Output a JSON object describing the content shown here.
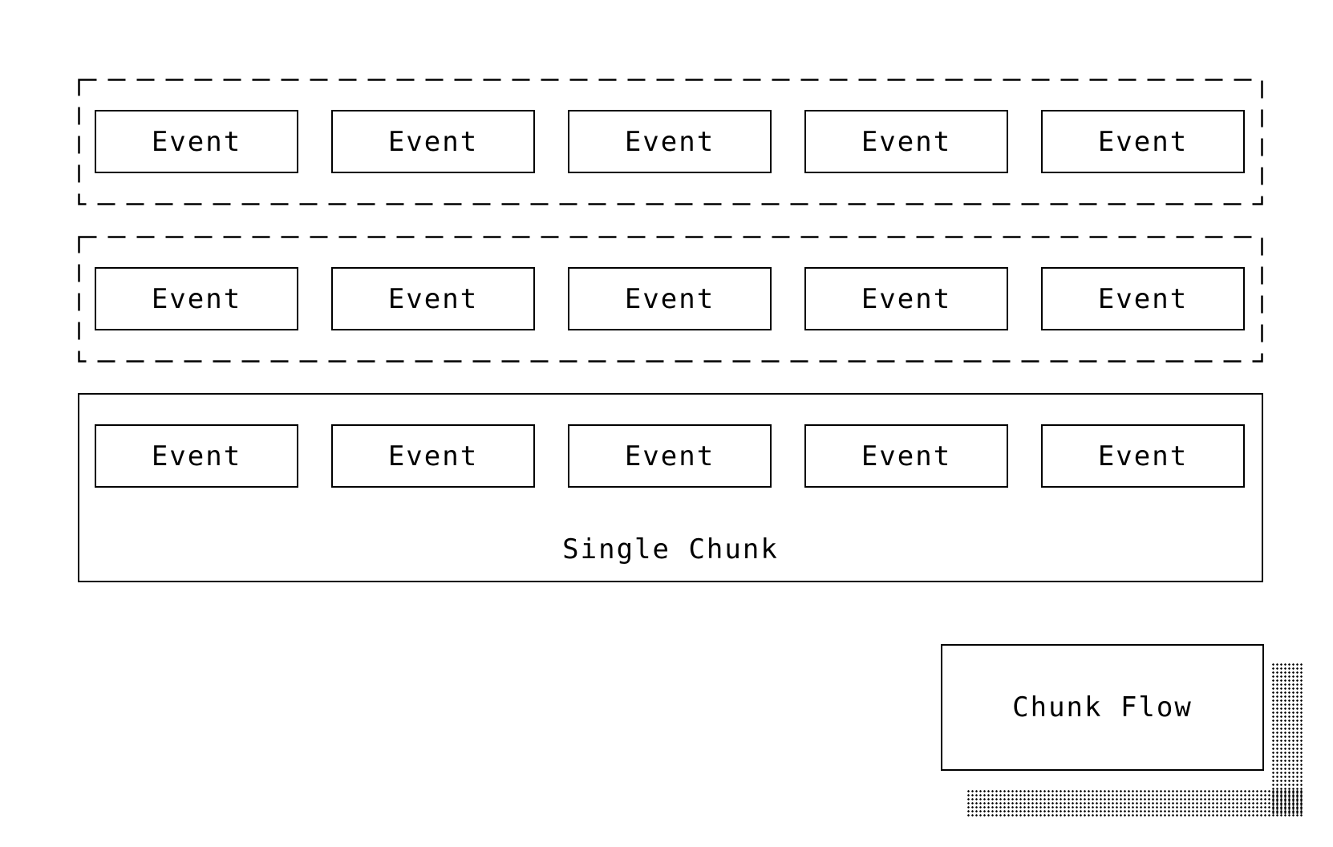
{
  "rows": [
    {
      "style": "dashed",
      "events": [
        "Event",
        "Event",
        "Event",
        "Event",
        "Event"
      ]
    },
    {
      "style": "dashed",
      "events": [
        "Event",
        "Event",
        "Event",
        "Event",
        "Event"
      ]
    },
    {
      "style": "solid",
      "events": [
        "Event",
        "Event",
        "Event",
        "Event",
        "Event"
      ],
      "label": "Single Chunk"
    }
  ],
  "chunk_flow": {
    "label": "Chunk Flow"
  },
  "colors": {
    "stroke": "#000000",
    "background": "#ffffff"
  }
}
